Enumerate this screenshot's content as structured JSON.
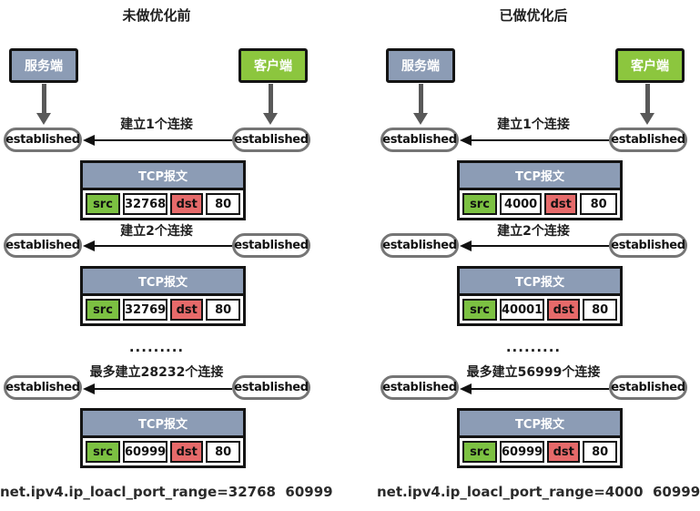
{
  "colors": {
    "node-gray": "#8c9cb5",
    "node-green": "#8cc63e",
    "src-green": "#7cc142",
    "dst-red": "#e66a6a",
    "border-dark": "#141414",
    "oval-border": "#757575",
    "arrow-gray": "#595959",
    "text-dark": "#1f1f1f"
  },
  "panels": {
    "left": {
      "title": "未做优化前",
      "server_label": "服务端",
      "client_label": "客户端",
      "established": "established",
      "ellipsis": ".........",
      "sysctl": "net.ipv4.ip_loacl_port_range=32768  60999",
      "connections": [
        {
          "label": "建立1个连接",
          "header": "TCP报文",
          "src_label": "src",
          "src_port": "32768",
          "dst_label": "dst",
          "dst_port": "80"
        },
        {
          "label": "建立2个连接",
          "header": "TCP报文",
          "src_label": "src",
          "src_port": "32769",
          "dst_label": "dst",
          "dst_port": "80"
        },
        {
          "label": "最多建立28232个连接",
          "header": "TCP报文",
          "src_label": "src",
          "src_port": "60999",
          "dst_label": "dst",
          "dst_port": "80"
        }
      ]
    },
    "right": {
      "title": "已做优化后",
      "server_label": "服务端",
      "client_label": "客户端",
      "established": "established",
      "ellipsis": ".........",
      "sysctl": "net.ipv4.ip_loacl_port_range=4000  60999",
      "connections": [
        {
          "label": "建立1个连接",
          "header": "TCP报文",
          "src_label": "src",
          "src_port": "4000",
          "dst_label": "dst",
          "dst_port": "80"
        },
        {
          "label": "建立2个连接",
          "header": "TCP报文",
          "src_label": "src",
          "src_port": "40001",
          "dst_label": "dst",
          "dst_port": "80"
        },
        {
          "label": "最多建立56999个连接",
          "header": "TCP报文",
          "src_label": "src",
          "src_port": "60999",
          "dst_label": "dst",
          "dst_port": "80"
        }
      ]
    }
  }
}
